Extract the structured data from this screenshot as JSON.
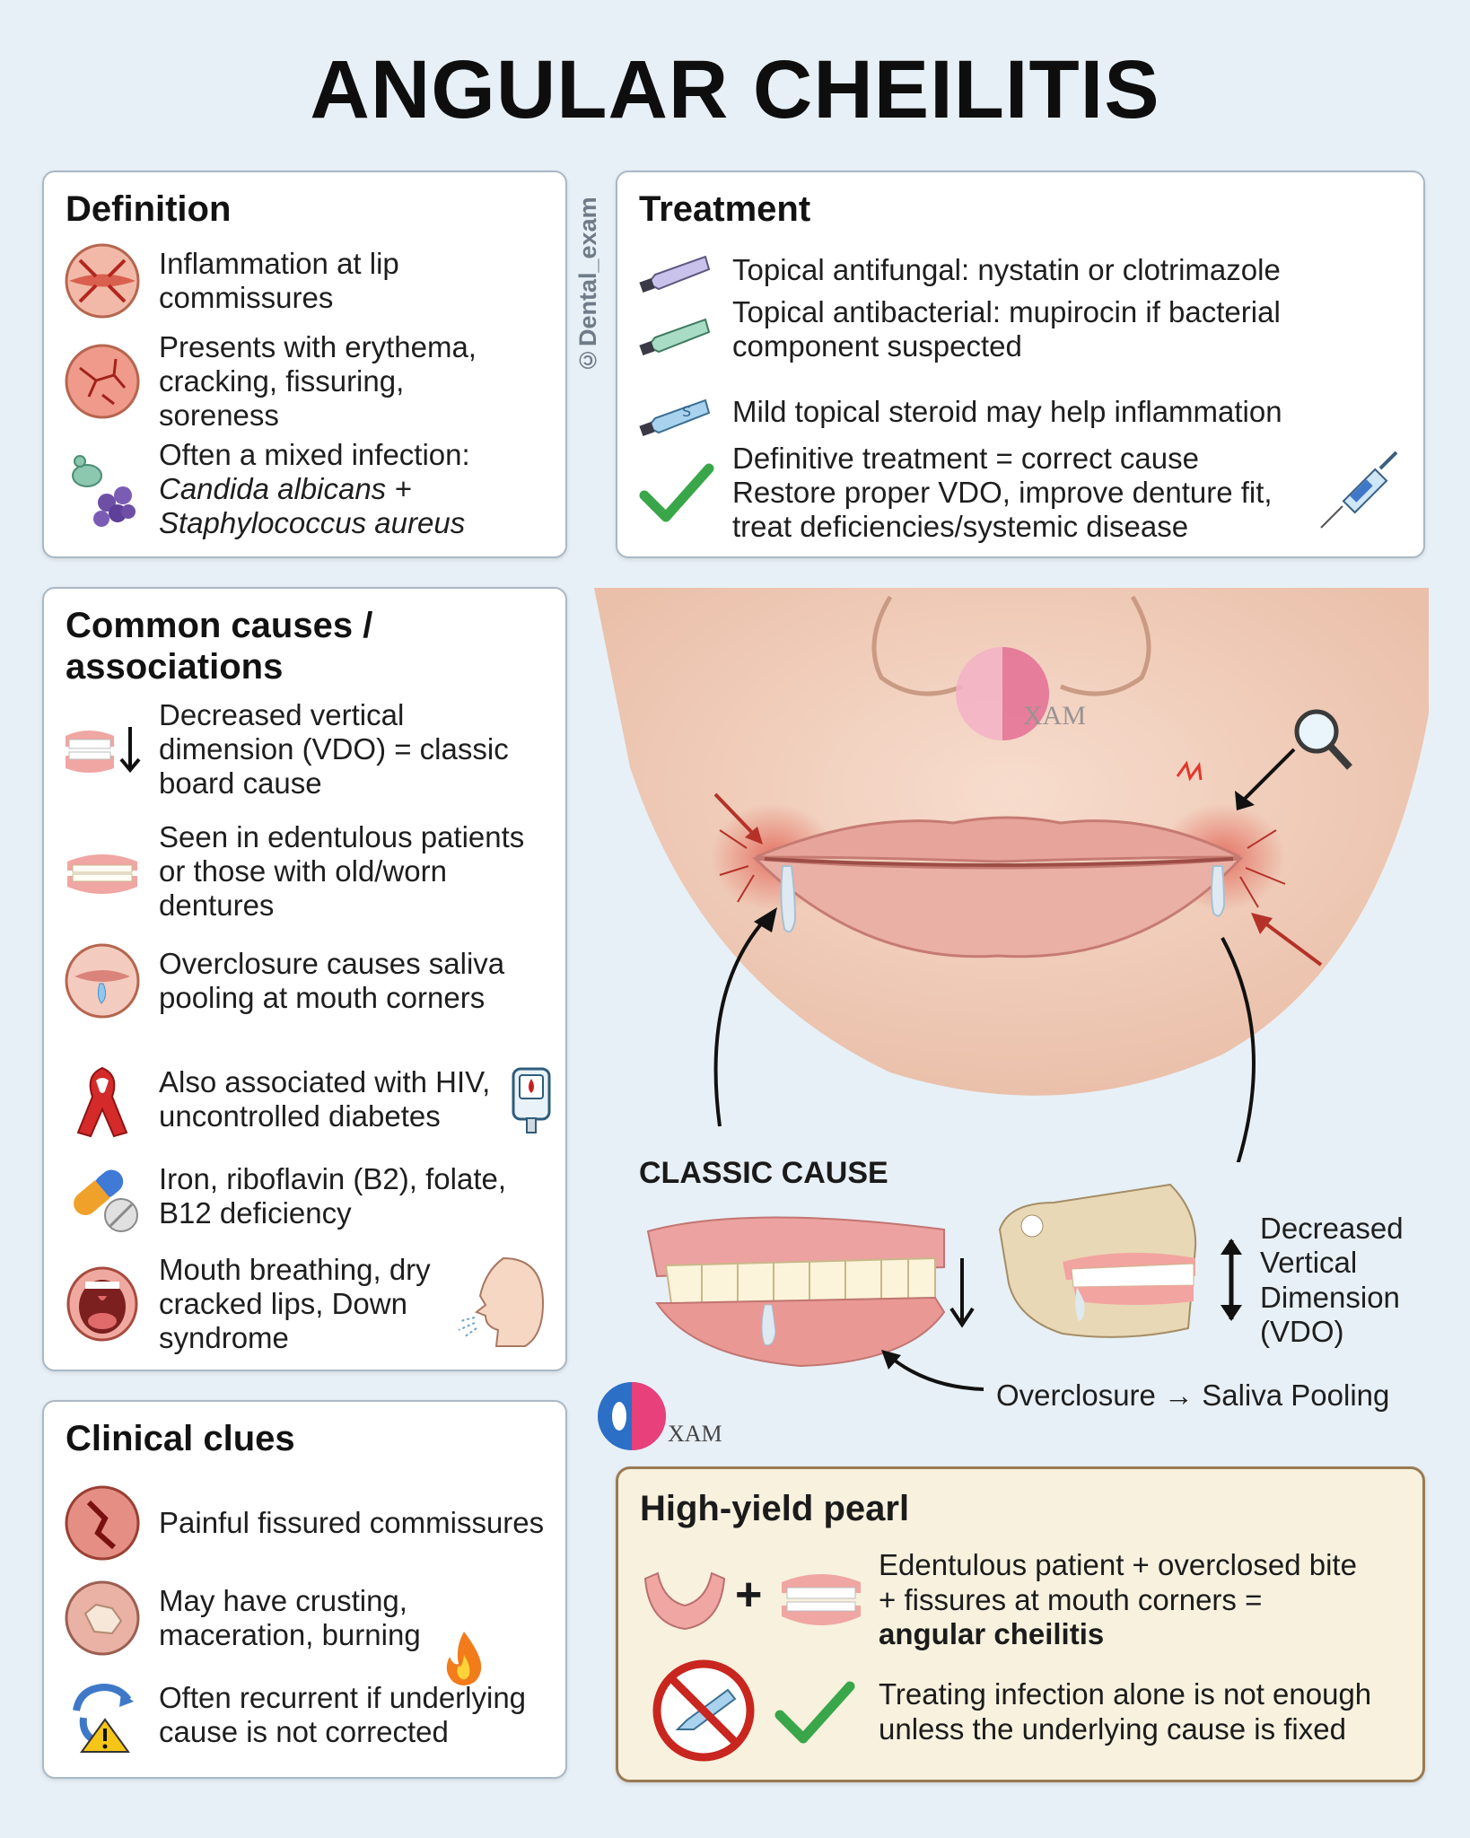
{
  "title": "ANGULAR CHEILITIS",
  "watermark": "©Dental_exam",
  "definition": {
    "heading": "Definition",
    "items": [
      {
        "icon": "inflamed-commissure-icon",
        "text": "Inflammation at lip commissures"
      },
      {
        "icon": "cracked-skin-icon",
        "text": "Presents with erythema, cracking, fissuring, soreness"
      },
      {
        "icon": "microbes-icon",
        "text_plain": "Often a mixed infection:",
        "text_italic1": "Candida albicans +",
        "text_italic2": "Staphylococcus aureus"
      }
    ]
  },
  "treatment": {
    "heading": "Treatment",
    "items": [
      {
        "icon": "ointment-tube-purple-icon",
        "text": "Topical antifungal: nystatin or clotrimazole"
      },
      {
        "icon": "ointment-tube-green-icon",
        "text": "Topical antibacterial: mupirocin if bacterial component suspected"
      },
      {
        "icon": "ointment-tube-blue-icon",
        "text": "Mild topical steroid may help inflammation"
      },
      {
        "icon": "checkmark-icon",
        "line1": "Definitive treatment = correct cause",
        "line2": "Restore proper VDO, improve denture fit,",
        "line3": "treat deficiencies/systemic disease"
      }
    ]
  },
  "causes": {
    "heading": "Common causes / associations",
    "items": [
      {
        "icon": "denture-down-arrow-icon",
        "text": "Decreased vertical dimension (VDO) = classic board cause"
      },
      {
        "icon": "denture-icon",
        "text": "Seen in edentulous patients or those with old/worn dentures"
      },
      {
        "icon": "saliva-drop-icon",
        "text": "Overclosure causes saliva pooling at mouth corners"
      },
      {
        "icon": "red-ribbon-icon",
        "text": "Also associated with HIV, uncontrolled diabetes"
      },
      {
        "icon": "pill-capsule-icon",
        "text": "Iron, riboflavin (B2), folate, B12 deficiency"
      },
      {
        "icon": "open-mouth-icon",
        "text": "Mouth breathing, dry cracked lips, Down syndrome"
      }
    ]
  },
  "clues": {
    "heading": "Clinical clues",
    "items": [
      {
        "icon": "fissure-icon",
        "text": "Painful fissured commissures"
      },
      {
        "icon": "crust-icon",
        "text": "May have crusting, maceration, burning"
      },
      {
        "icon": "recurrence-warning-icon",
        "text": "Often recurrent if underlying cause is not corrected"
      }
    ]
  },
  "figure": {
    "classic_cause": "CLASSIC CAUSE",
    "vdo_label": [
      "Decreased",
      "Vertical",
      "Dimension",
      "(VDO)"
    ],
    "overclosure_label": "Overclosure → Saliva Pooling",
    "logo_text": "XAM"
  },
  "pearl": {
    "heading": "High-yield pearl",
    "line1": "Edentulous patient + overclosed bite",
    "line2": "+ fissures at mouth corners =",
    "line3_bold": "angular cheilitis",
    "line4": "Treating infection alone is not enough",
    "line5": "unless the underlying cause is fixed"
  },
  "colors": {
    "background": "#e7f0f6",
    "card_border": "#aab8c6",
    "pearl_background": "#f7f1de",
    "pearl_border": "#9a7a52",
    "accent_red": "#c0392b",
    "check_green": "#3aa64a"
  }
}
